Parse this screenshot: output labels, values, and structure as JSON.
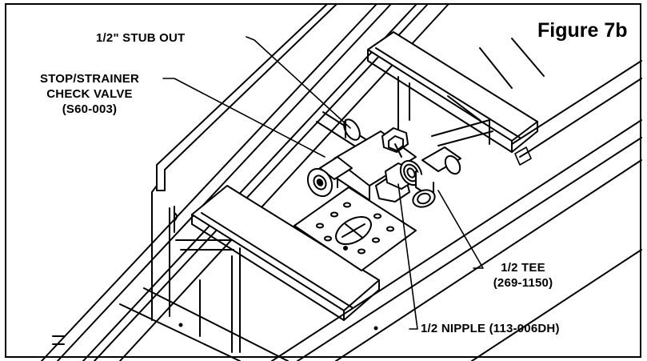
{
  "figure": {
    "title": "Figure 7b"
  },
  "callouts": {
    "stub_out": {
      "line1": "1/2\" STUB OUT"
    },
    "stop_strainer": {
      "line1": "STOP/STRAINER",
      "line2": "CHECK VALVE",
      "line3": "(S60-003)"
    },
    "tee": {
      "line1": "1/2 TEE",
      "line2": "(269-1150)"
    },
    "nipple": {
      "line1": "1/2 NIPPLE (113-006DH)"
    }
  },
  "colors": {
    "ink": "#000000",
    "paper": "#ffffff"
  }
}
